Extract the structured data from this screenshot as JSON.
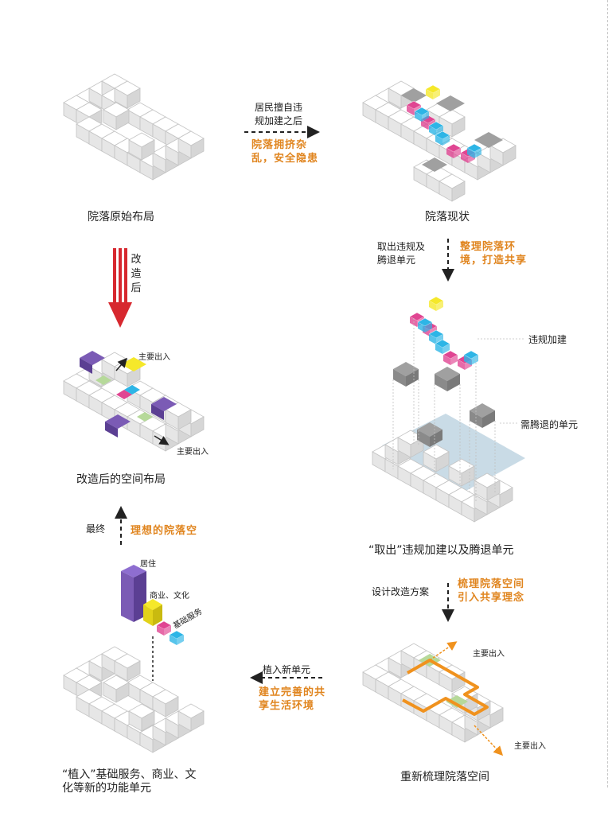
{
  "colors": {
    "orange_text": "#e0851f",
    "red_arrow": "#d7282f",
    "yellow": "#f5e82a",
    "magenta": "#e04592",
    "cyan": "#2db5e6",
    "purple": "#7b5bb5",
    "green": "#b6d99a",
    "gray": "#9e9e9e",
    "light_blue_shadow": "#bcd2e0",
    "orange_path": "#f0921e"
  },
  "panel1": {
    "caption": "院落原始布局"
  },
  "arrow1": {
    "line1": "居民擅自违",
    "line2": "规加建之后",
    "orange1": "院落拥挤杂",
    "orange2": "乱，安全隐患"
  },
  "panel2": {
    "caption": "院落现状"
  },
  "arrow2": {
    "line1": "取出违规及",
    "line2": "腾退单元",
    "orange1": "整理院落环",
    "orange2": "境，打造共享"
  },
  "panel3": {
    "caption": "“取出”违规加建以及腾退单元",
    "label_illegal": "违规加建",
    "label_vacate": "需腾退的单元"
  },
  "arrow3": {
    "line1": "设计改造方案",
    "orange1": "梳理院落空间",
    "orange2": "引入共享理念"
  },
  "panel4": {
    "caption": "重新梳理院落空间",
    "entrance_top": "主要出入",
    "entrance_bottom": "主要出入"
  },
  "arrow4": {
    "line1": "植入新单元",
    "orange1": "建立完善的共",
    "orange2": "享生活环境"
  },
  "panel5": {
    "caption_line1": "“植入”基础服务、商业、文",
    "caption_line2": "化等新的功能单元",
    "label_residence": "居住",
    "label_commerce": "商业、文化",
    "label_service": "基础服务"
  },
  "arrow5": {
    "line1": "最终",
    "orange1": "理想的院落空"
  },
  "panel6": {
    "caption": "改造后的空间布局",
    "entrance_top": "主要出入",
    "entrance_bottom": "主要出入"
  },
  "arrow6": {
    "vertical_text": "改造后"
  }
}
